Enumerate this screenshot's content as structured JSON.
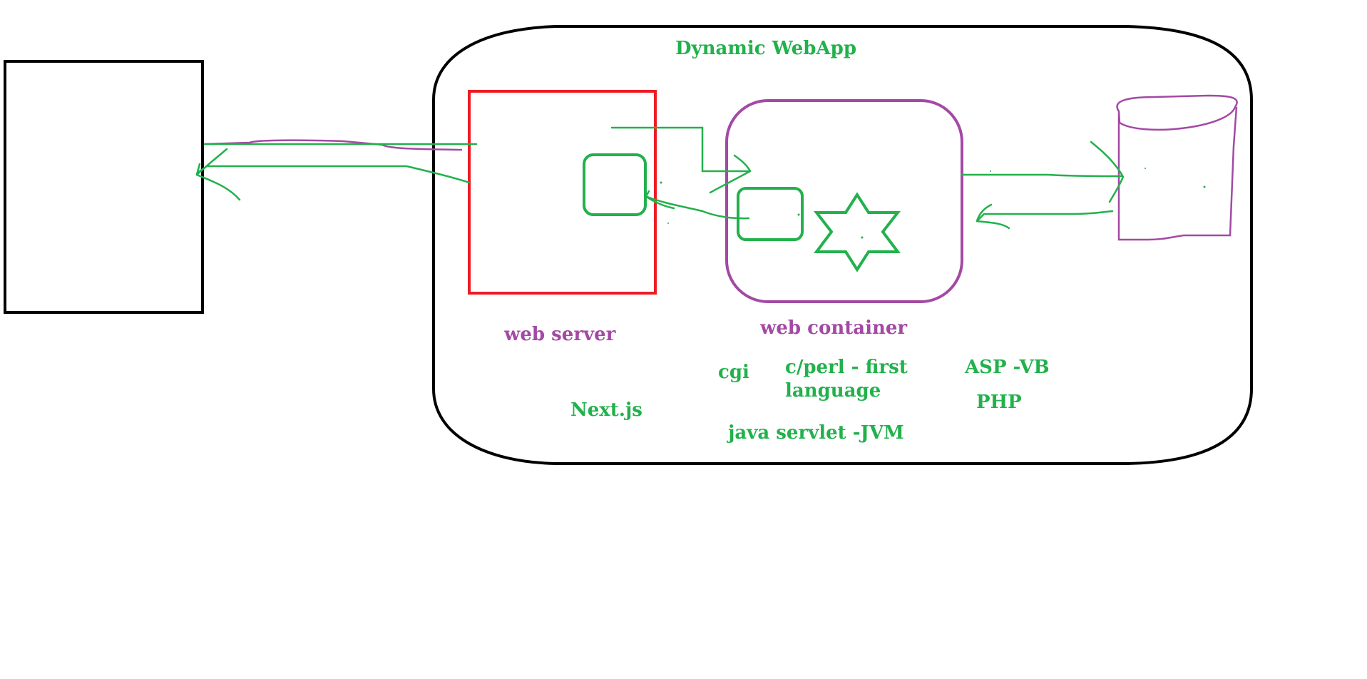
{
  "title": "Dynamic WebApp",
  "labels": {
    "web_server": "web server",
    "web_container": "web container",
    "next_js": "Next.js",
    "cgi": "cgi",
    "c_perl_line1": "c/perl - first",
    "c_perl_line2": "language",
    "java_servlet": "java servlet -JVM",
    "asp_vb": "ASP -VB",
    "php": "PHP"
  },
  "colors": {
    "black": "#000000",
    "green": "#22b14c",
    "purple": "#a349a4",
    "red": "#ed1c24"
  }
}
